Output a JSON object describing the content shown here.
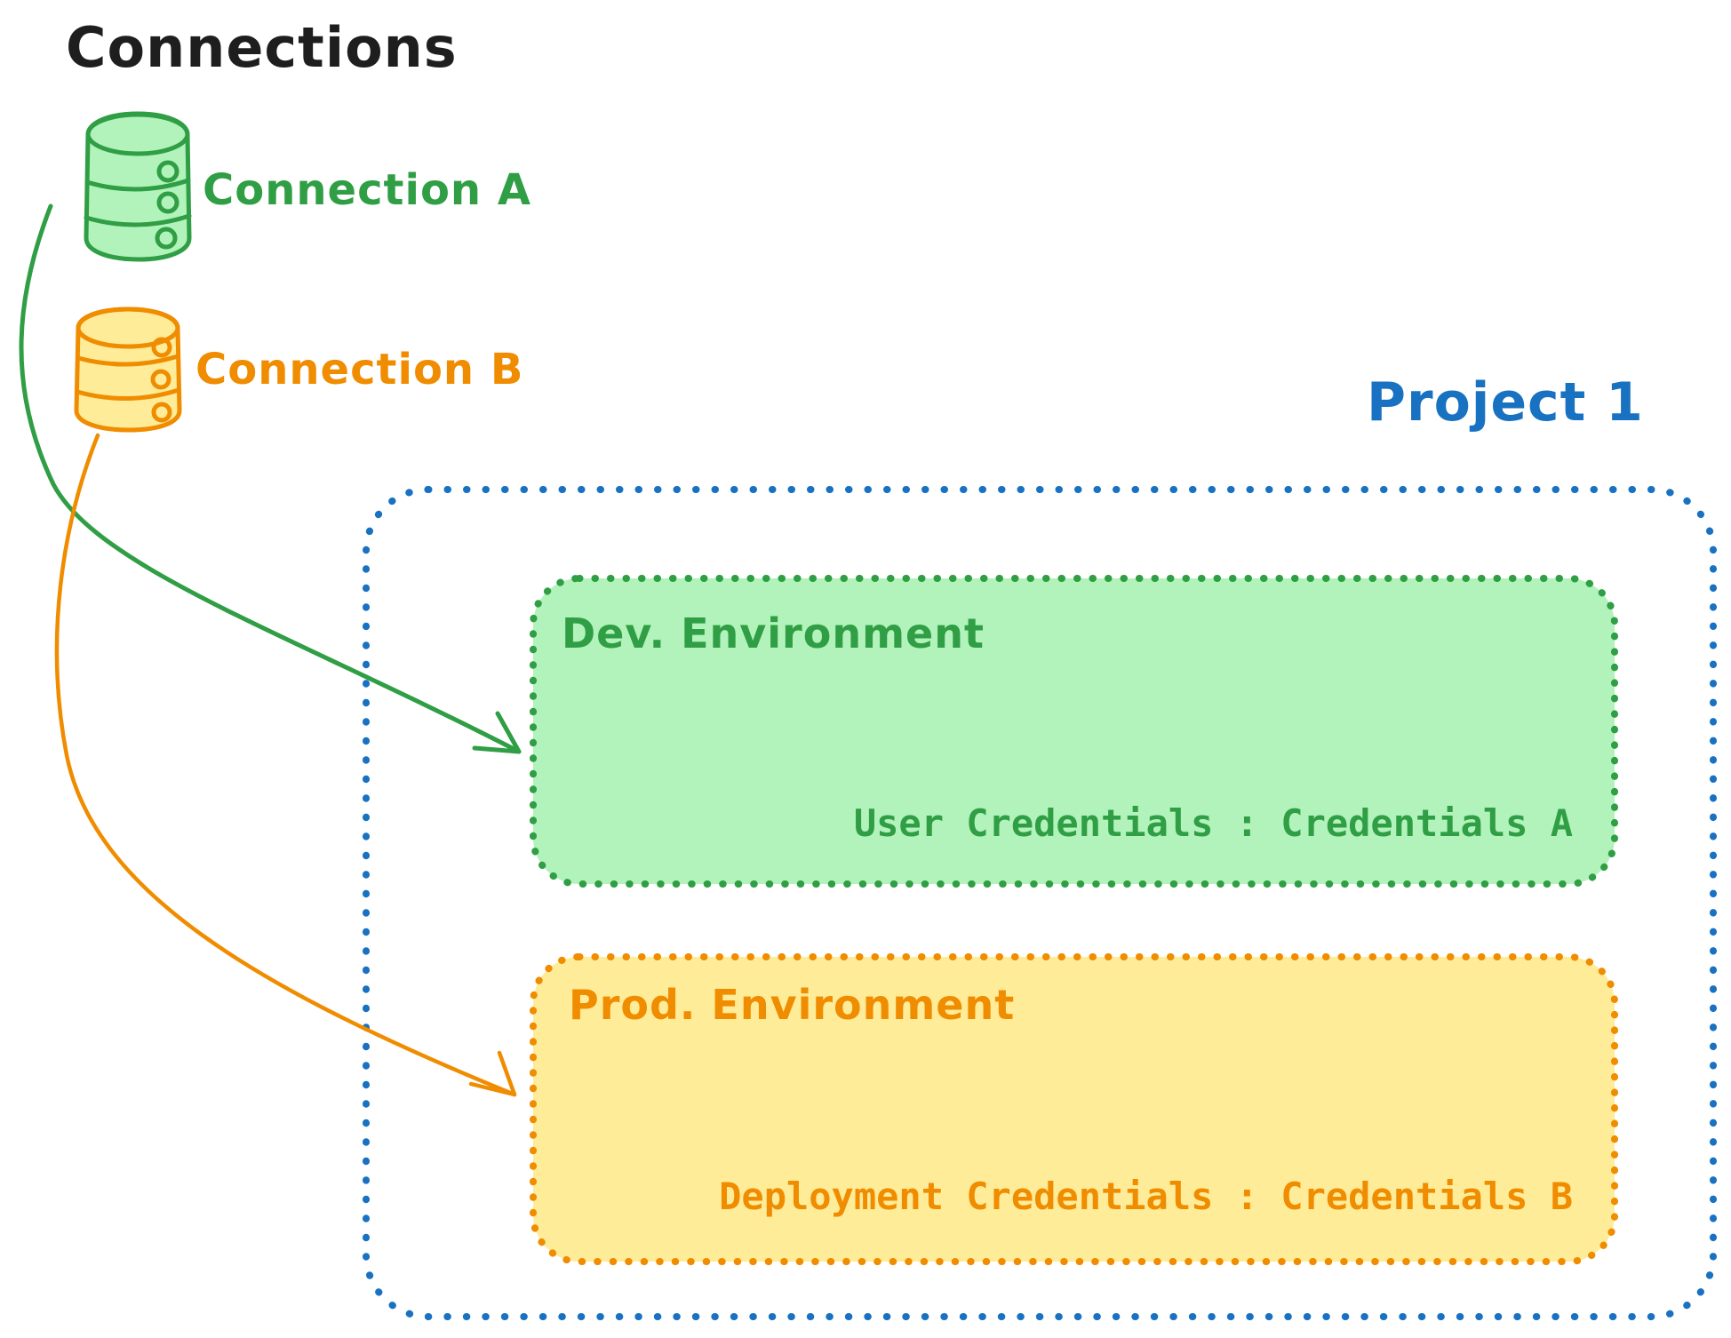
{
  "title": "Connections",
  "connections": [
    {
      "id": "connection-a",
      "label": "Connection A",
      "icon": "database-icon",
      "stroke_color": "#2f9e44",
      "fill_color": "#b2f2bb"
    },
    {
      "id": "connection-b",
      "label": "Connection B",
      "icon": "database-icon",
      "stroke_color": "#f08c00",
      "fill_color": "#ffec99"
    }
  ],
  "project": {
    "label": "Project 1",
    "border_color": "#1971c2",
    "environments": [
      {
        "name": "Dev. Environment",
        "credentials": "User Credentials : Credentials A",
        "border_color": "#2f9e44",
        "fill_color": "#b2f2bb"
      },
      {
        "name": "Prod. Environment",
        "credentials": "Deployment Credentials : Credentials B",
        "border_color": "#f08c00",
        "fill_color": "#ffec99"
      }
    ]
  },
  "arrows": [
    {
      "from": "Connection A",
      "to": "Dev. Environment",
      "color": "#2f9e44"
    },
    {
      "from": "Connection B",
      "to": "Prod. Environment",
      "color": "#f08c00"
    }
  ],
  "colors": {
    "title_text": "#1e1e1e",
    "green": "#2f9e44",
    "green_fill": "#b2f2bb",
    "orange": "#f08c00",
    "orange_fill": "#ffec99",
    "blue": "#1971c2",
    "background": "#ffffff"
  }
}
